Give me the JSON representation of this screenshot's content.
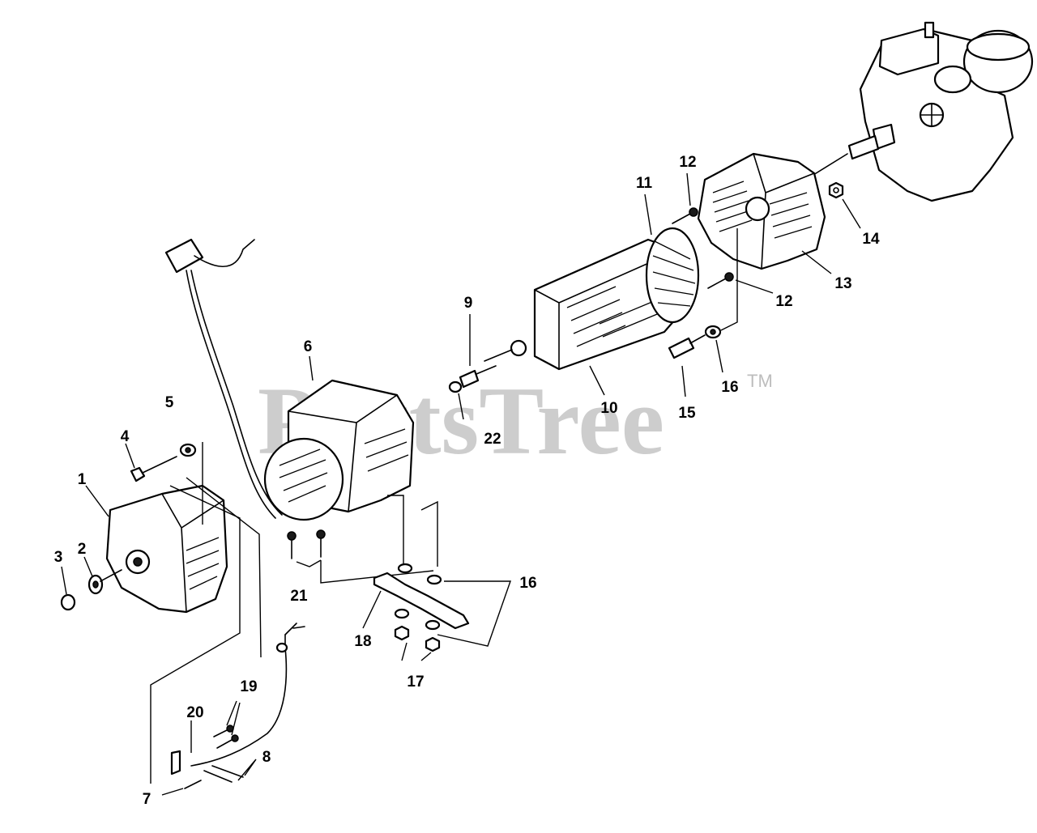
{
  "watermark": {
    "text": "PartsTree",
    "trademark": "TM"
  },
  "callouts": [
    {
      "id": "c1",
      "label": "1"
    },
    {
      "id": "c2",
      "label": "2"
    },
    {
      "id": "c3",
      "label": "3"
    },
    {
      "id": "c4",
      "label": "4"
    },
    {
      "id": "c5",
      "label": "5"
    },
    {
      "id": "c6",
      "label": "6"
    },
    {
      "id": "c7",
      "label": "7"
    },
    {
      "id": "c8",
      "label": "8"
    },
    {
      "id": "c9",
      "label": "9"
    },
    {
      "id": "c10",
      "label": "10"
    },
    {
      "id": "c11",
      "label": "11"
    },
    {
      "id": "c12a",
      "label": "12"
    },
    {
      "id": "c12b",
      "label": "12"
    },
    {
      "id": "c13",
      "label": "13"
    },
    {
      "id": "c14",
      "label": "14"
    },
    {
      "id": "c15",
      "label": "15"
    },
    {
      "id": "c16a",
      "label": "16"
    },
    {
      "id": "c16b",
      "label": "16"
    },
    {
      "id": "c17",
      "label": "17"
    },
    {
      "id": "c18",
      "label": "18"
    },
    {
      "id": "c19",
      "label": "19"
    },
    {
      "id": "c20",
      "label": "20"
    },
    {
      "id": "c21",
      "label": "21"
    },
    {
      "id": "c22",
      "label": "22"
    }
  ]
}
